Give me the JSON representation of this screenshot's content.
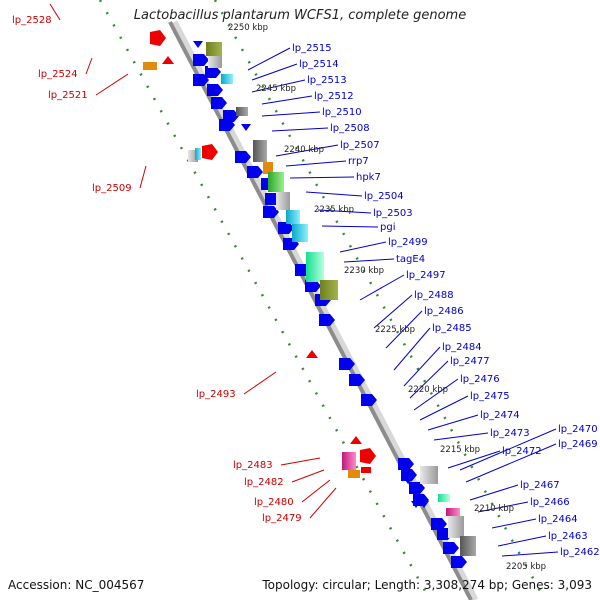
{
  "header": {
    "title": "Lactobacillus plantarum WCFS1, complete genome"
  },
  "footer": {
    "accession": "Accession: NC_004567",
    "topology": "Topology: circular; Length: 3,308,274 bp; Genes: 3,093"
  },
  "colors": {
    "forward_label": "#0000cc",
    "reverse_label": "#cc0000",
    "backbone": "#8c8c8c",
    "dots": "#2f8f2f"
  },
  "map": {
    "scale_ticks": [
      "2250 kbp",
      "2245 kbp",
      "2240 kbp",
      "2235 kbp",
      "2230 kbp",
      "2225 kbp",
      "2220 kbp",
      "2215 kbp",
      "2210 kbp",
      "2205 kbp"
    ],
    "forward_genes": [
      "lp_2515",
      "lp_2514",
      "lp_2513",
      "lp_2512",
      "lp_2510",
      "lp_2508",
      "lp_2507",
      "rrp7",
      "hpk7",
      "lp_2504",
      "lp_2503",
      "pgi",
      "lp_2499",
      "tagE4",
      "lp_2497",
      "lp_2488",
      "lp_2486",
      "lp_2485",
      "lp_2484",
      "lp_2477",
      "lp_2476",
      "lp_2475",
      "lp_2474",
      "lp_2473",
      "lp_2472",
      "lp_2470",
      "lp_2469",
      "lp_2467",
      "lp_2466",
      "lp_2464",
      "lp_2463",
      "lp_2462"
    ],
    "reverse_genes": [
      "lp_2528",
      "lp_2524",
      "lp_2521",
      "lp_2509",
      "lp_2493",
      "lp_2483",
      "lp_2482",
      "lp_2480",
      "lp_2479"
    ]
  }
}
